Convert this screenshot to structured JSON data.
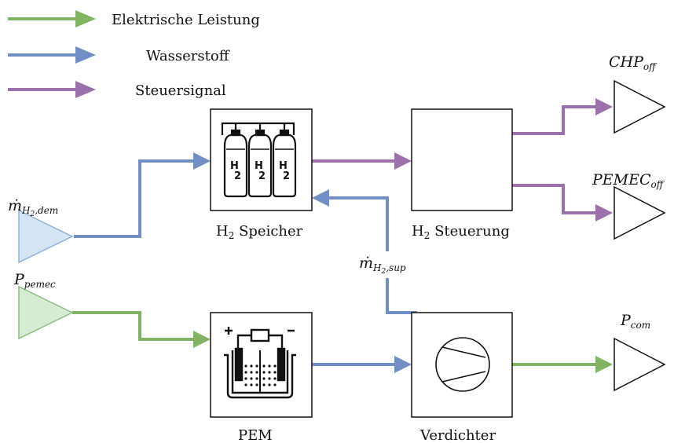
{
  "colors": {
    "green": "#7fb561",
    "blue": "#6f8fc6",
    "purple": "#9b70ad",
    "src_blue_fill": "#d5e4f7",
    "src_blue_stroke": "#8fb0dc",
    "src_green_fill": "#d6ecd2",
    "src_green_stroke": "#89bf7f"
  },
  "legend": {
    "electric": "Elektrische Leistung",
    "hydrogen": "Wasserstoff",
    "control": "Steuersignal"
  },
  "blocks": {
    "storage": {
      "label_pre": "H",
      "label_sub": "2",
      "label_post": " Speicher",
      "icon": "gas-cylinders-icon"
    },
    "control": {
      "label_pre": "H",
      "label_sub": "2",
      "label_post": " Steuerung"
    },
    "pem": {
      "label": "PEM",
      "icon": "electrolyzer-icon"
    },
    "compressor": {
      "label": "Verdichter",
      "icon": "compressor-icon"
    }
  },
  "signals": {
    "demand": {
      "base": "ṁ",
      "sub": "H",
      "sub2": "2",
      "subrest": ",dem"
    },
    "supply": {
      "base": "ṁ",
      "sub": "H",
      "sub2": "2",
      "subrest": ",sup"
    },
    "pemec_power": {
      "base": "P",
      "sub": "pemec"
    },
    "chp_off": {
      "base": "CHP",
      "sub": "off"
    },
    "pemec_off": {
      "base": "PEMEC",
      "sub": "off"
    },
    "p_com": {
      "base": "P",
      "sub": "com"
    }
  },
  "cylinder_text": {
    "h": "H",
    "two": "2"
  }
}
